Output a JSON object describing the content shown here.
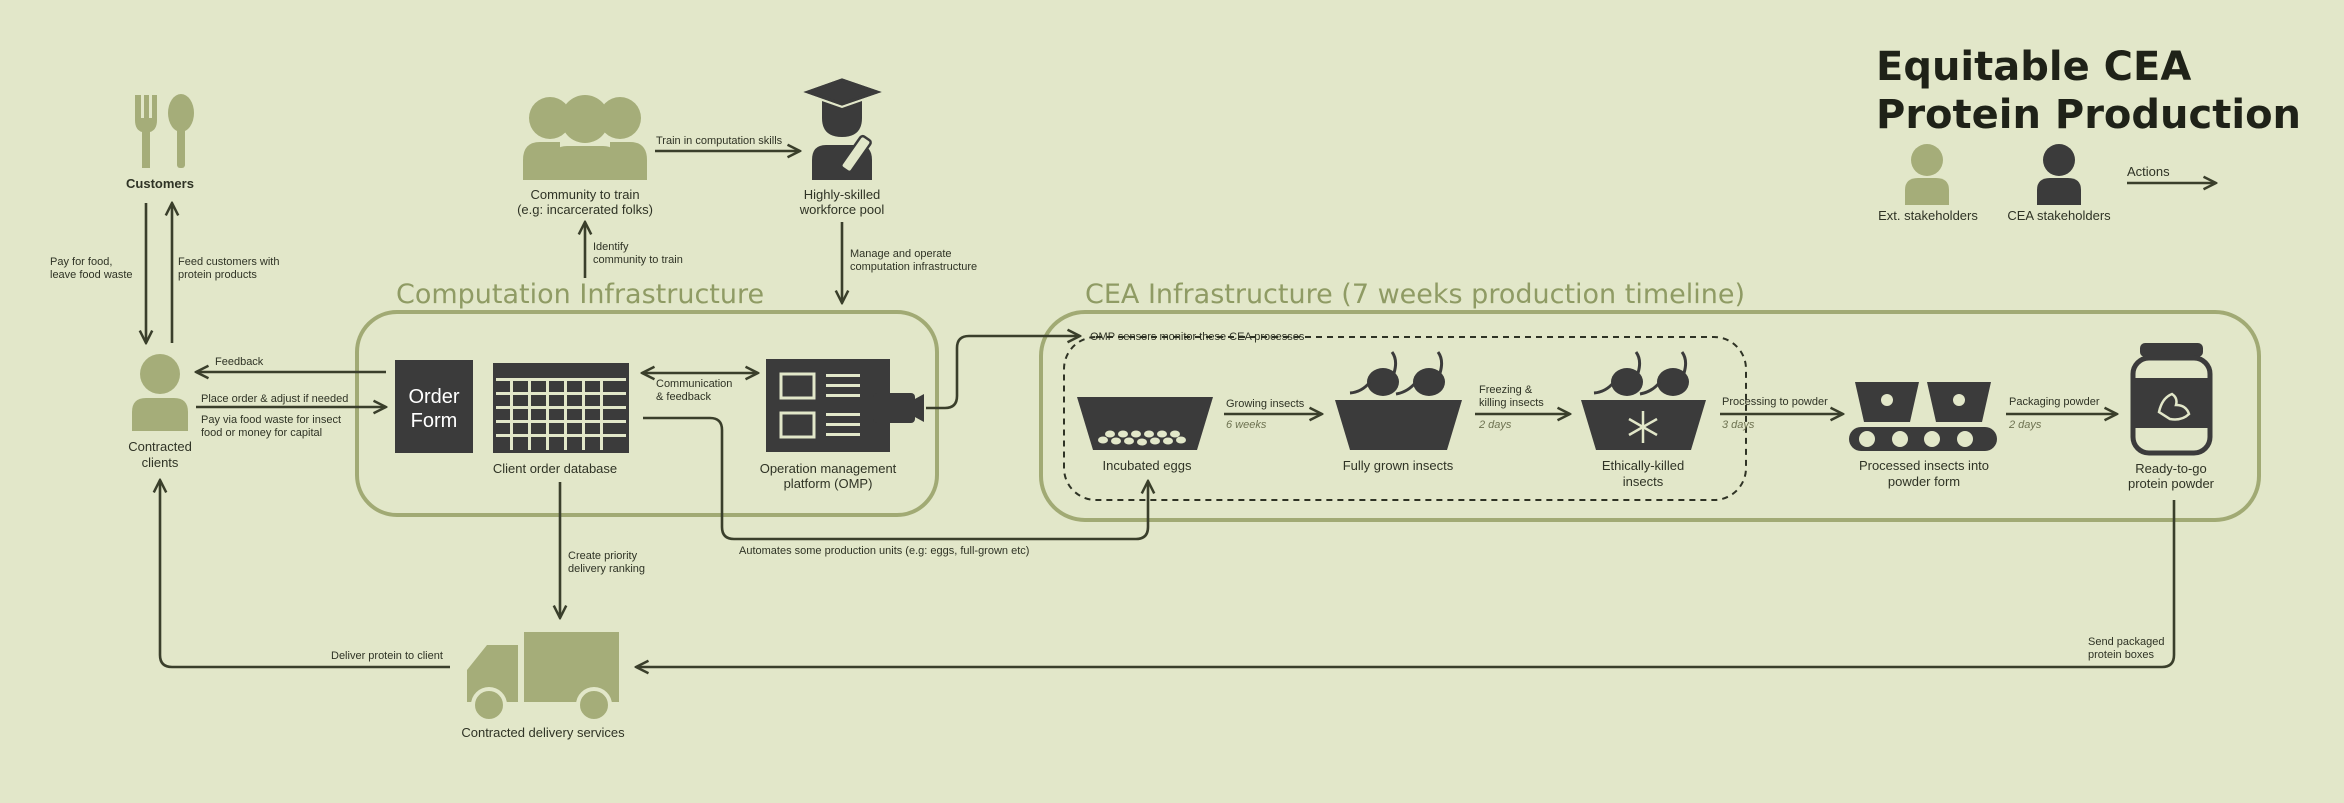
{
  "title": {
    "line1": "Equitable CEA",
    "line2": "Protein Production"
  },
  "legend": {
    "ext": "Ext. stakeholders",
    "cea": "CEA stakeholders",
    "actions": "Actions"
  },
  "sections": {
    "computation": "Computation Infrastructure",
    "cea": "CEA Infrastructure (7 weeks production timeline)"
  },
  "nodes": {
    "customers": "Customers",
    "contracted_clients_1": "Contracted",
    "contracted_clients_2": "clients",
    "community_1": "Community to train",
    "community_2": "(e.g: incarcerated folks)",
    "workforce_1": "Highly-skilled",
    "workforce_2": "workforce pool",
    "order_form_1": "Order",
    "order_form_2": "Form",
    "client_db": "Client order database",
    "omp_1": "Operation management",
    "omp_2": "platform (OMP)",
    "delivery": "Contracted delivery services",
    "eggs": "Incubated eggs",
    "grown": "Fully grown insects",
    "killed_1": "Ethically-killed",
    "killed_2": "insects",
    "processed_1": "Processed insects into",
    "processed_2": "powder form",
    "ready_1": "Ready-to-go",
    "ready_2": "protein powder"
  },
  "edges": {
    "pay_food_1": "Pay for food,",
    "pay_food_2": "leave food waste",
    "feed_1": "Feed customers with",
    "feed_2": "protein products",
    "train": "Train in computation skills",
    "identify_1": "Identify",
    "identify_2": "community to train",
    "manage_1": "Manage and operate",
    "manage_2": "computation infrastructure",
    "feedback": "Feedback",
    "place_order": "Place order & adjust if needed",
    "pay_waste_1": "Pay via food waste for insect",
    "pay_waste_2": "food or money for capital",
    "comm_1": "Communication",
    "comm_2": "& feedback",
    "omp_sensors": "OMP sensors monitor these CEA processes",
    "automates": "Automates some production units (e.g: eggs, full-grown etc)",
    "priority_1": "Create priority",
    "priority_2": "delivery ranking",
    "deliver": "Deliver protein to client",
    "send_1": "Send packaged",
    "send_2": "protein boxes",
    "growing": "Growing insects",
    "growing_t": "6 weeks",
    "freezing_1": "Freezing &",
    "freezing_2": "killing insects",
    "freezing_t": "2 days",
    "processing": "Processing to powder",
    "processing_t": "3 days",
    "packaging": "Packaging powder",
    "packaging_t": "2 days"
  },
  "colors": {
    "background": "#e2e7c9",
    "ext_stakeholder": "#a5ad79",
    "cea_stakeholder": "#3b3b3b",
    "accent": "#8f9b64"
  }
}
